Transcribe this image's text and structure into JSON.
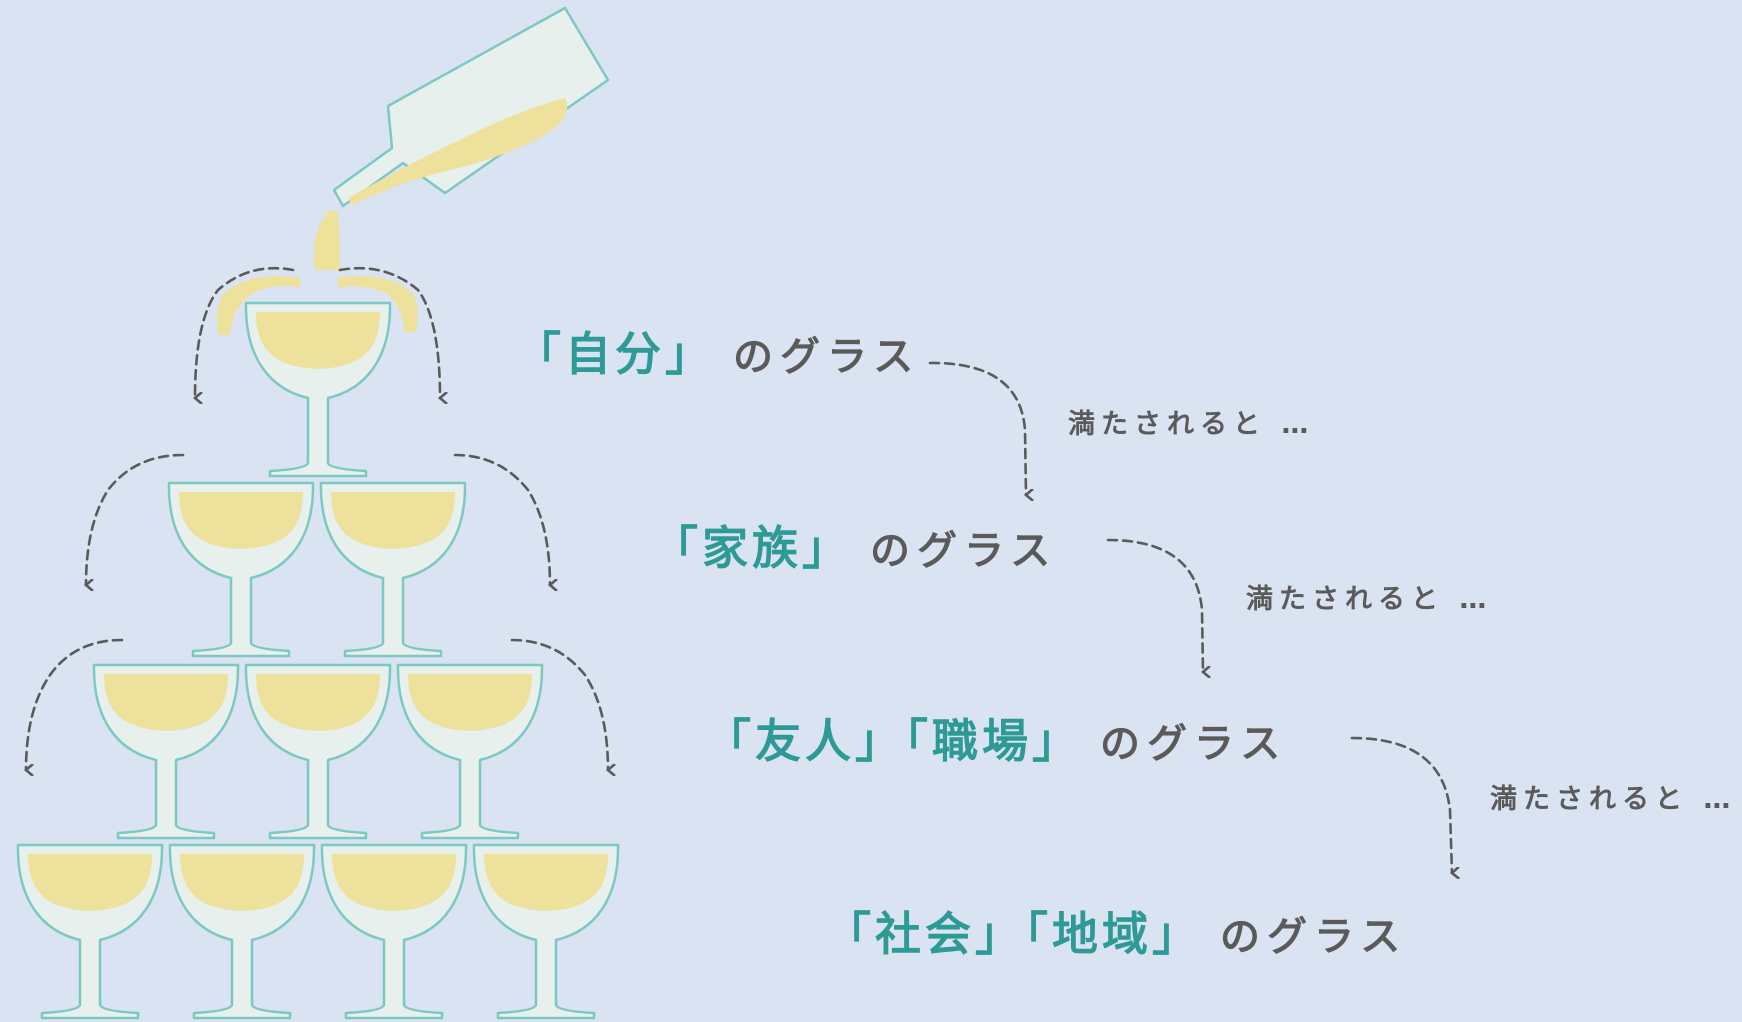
{
  "diagram": {
    "levels": [
      {
        "keyword": "「自分」",
        "suffix": "のグラス"
      },
      {
        "keyword": "「家族」",
        "suffix": "のグラス"
      },
      {
        "keyword": "「友人」「職場」",
        "suffix": "のグラス"
      },
      {
        "keyword": "「社会」「地域」",
        "suffix": "のグラス"
      }
    ],
    "transitions": [
      {
        "note": "満たされると …"
      },
      {
        "note": "満たされると …"
      },
      {
        "note": "満たされると …"
      }
    ]
  },
  "colors": {
    "background": "#dae3f2",
    "accent_teal": "#2e9a96",
    "text_gray": "#5a5a5a",
    "liquid": "#ede19c",
    "glass": "#e8f0ee",
    "glass_outline": "#7cc9c2",
    "arrow": "#5a5a5a"
  }
}
